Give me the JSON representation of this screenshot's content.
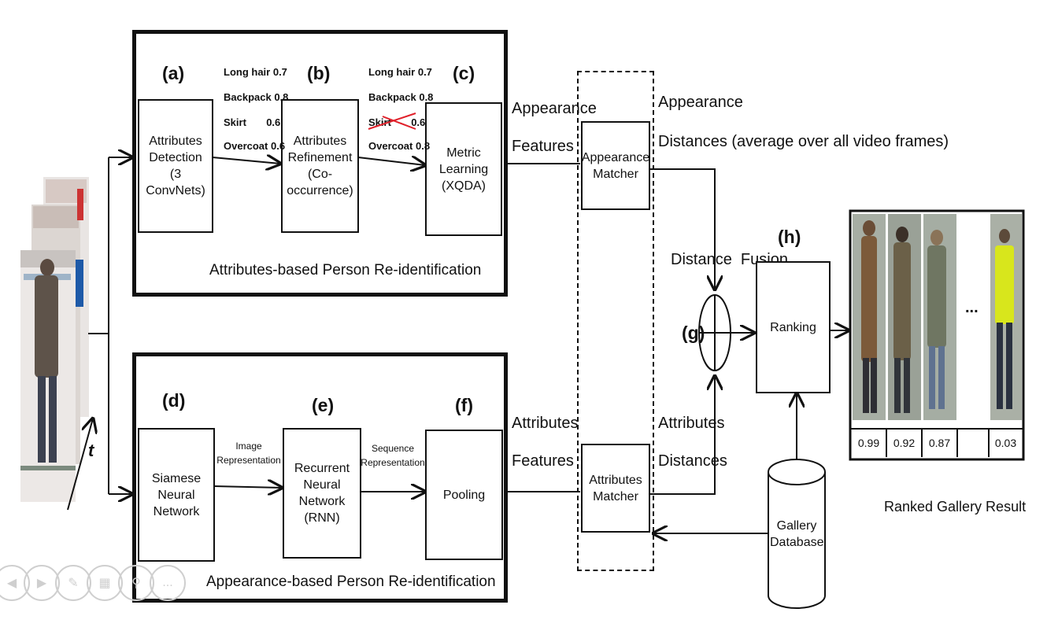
{
  "top_pipeline": {
    "title": "Attributes-based Person Re-identification",
    "boxes": [
      {
        "tag": "(a)",
        "text": "Attributes\nDetection\n(3 ConvNets)"
      },
      {
        "tag": "(b)",
        "text": "Attributes\nRefinement\n(Co-occurrence)"
      },
      {
        "tag": "(c)",
        "text": "Metric\nLearning\n(XQDA)"
      }
    ],
    "attributes_before": [
      {
        "name": "Long hair",
        "score": "0.7"
      },
      {
        "name": "Backpack",
        "score": "0.8"
      },
      {
        "name": "Skirt",
        "score": "0.6"
      },
      {
        "name": "Overcoat",
        "score": "0.6"
      }
    ],
    "attributes_after": [
      {
        "name": "Long hair",
        "score": "0.7"
      },
      {
        "name": "Backpack",
        "score": "0.8"
      },
      {
        "name": "Skirt",
        "score": "0.6"
      },
      {
        "name": "Overcoat",
        "score": "0.8"
      }
    ],
    "output_label_line1": "Appearance",
    "output_label_line2": "Features"
  },
  "bottom_pipeline": {
    "title": "Appearance-based Person Re-identification",
    "boxes": [
      {
        "tag": "(d)",
        "text": "Siamese Neural\nNetwork"
      },
      {
        "tag": "(e)",
        "text": "Recurrent\nNeural Network\n(RNN)"
      },
      {
        "tag": "(f)",
        "text": "Pooling"
      }
    ],
    "edge_label_1": "Image\nRepresentation",
    "edge_label_2": "Sequence\nRepresentation",
    "output_label_line1": "Attributes",
    "output_label_line2": "Features"
  },
  "matchers": {
    "appearance": "Appearance\nMatcher",
    "attributes": "Attributes\nMatcher"
  },
  "distances": {
    "appearance_line1": "Appearance",
    "appearance_line2": "Distances (average over all video frames)",
    "attributes_line1": "Attributes",
    "attributes_line2": "Distances"
  },
  "fusion": {
    "label": "Distance  Fusion",
    "tag": "(g)"
  },
  "ranking": {
    "label": "Ranking",
    "tag": "(h)"
  },
  "gallery": {
    "label": "Gallery\nDatabase"
  },
  "input": {
    "time_label": "t"
  },
  "ranked": {
    "title": "Ranked Gallery Result",
    "ellipsis": "...",
    "scores": [
      "0.99",
      "0.92",
      "0.87",
      "",
      "0.03"
    ]
  },
  "controls": {
    "more_label": "..."
  }
}
